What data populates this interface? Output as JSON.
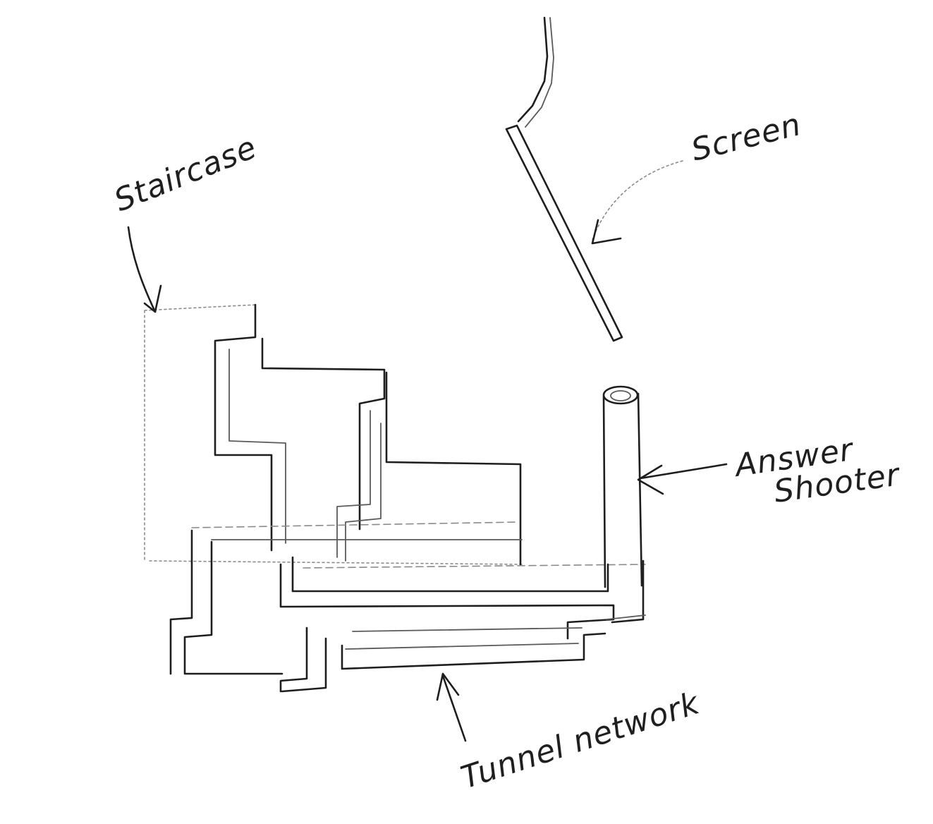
{
  "labels": {
    "staircase": "Staircase",
    "screen": "Screen",
    "answer": "Answer",
    "shooter": "Shooter",
    "tunnel_network": "Tunnel network"
  },
  "colors": {
    "ink": "#1e1e1e",
    "pencil": "#8c8c8c",
    "background": "#ffffff"
  }
}
